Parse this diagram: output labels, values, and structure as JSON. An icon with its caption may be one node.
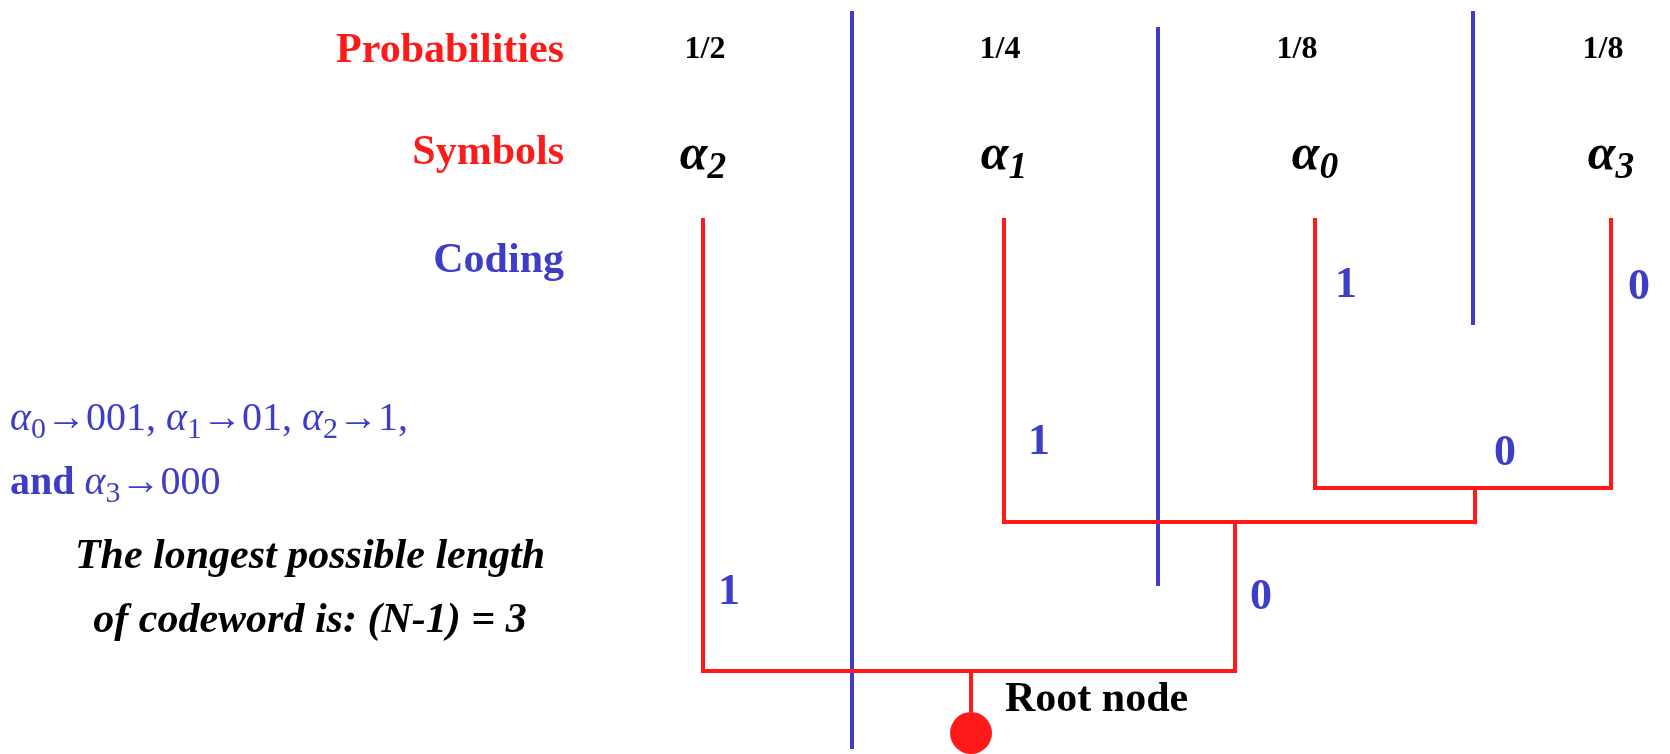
{
  "diagram": {
    "nodes": [
      {
        "text": [
          "α$_{2}$"
        ]
      },
      {
        "text": [
          "α$_{1}$"
        ]
      },
      {
        "text": [
          "α$_{0}$"
        ]
      },
      {
        "text": [
          "α$_{3}$"
        ]
      },
      {
        "text": [],
        "shape": "circle",
        "beside": [
          "Root node"
        ]
      }
    ],
    "edges": [
      {
        "from": 4,
        "to": 0,
        "arrow": "none"
      },
      {
        "from": 4,
        "to": 1,
        "arrow": "none"
      },
      {
        "from": 4,
        "to": 2,
        "arrow": "none"
      },
      {
        "from": 4,
        "to": 3,
        "arrow": "none"
      }
    ],
    "labels": [
      "Probabilities",
      "1/2",
      "1/4",
      "1/8",
      "1/8",
      "Symbols",
      "Coding",
      "*α*$_{0}$→001, *α*$_{1}$→01, *α*$_{2}$→1, **and** *α*$_{3}$→000",
      "The longest possible length of codeword is: (N-1) = 3",
      "1",
      "0",
      "1",
      "0",
      "1",
      "0"
    ]
  }
}
